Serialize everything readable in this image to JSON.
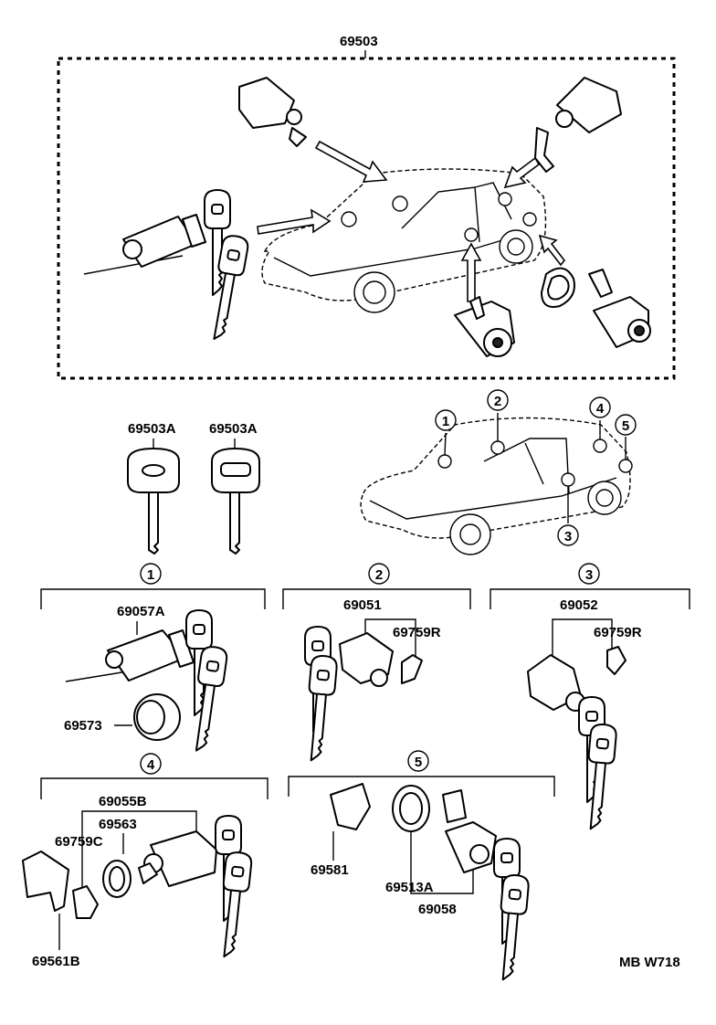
{
  "assembly": {
    "label": "69503"
  },
  "key_labels": [
    "69503A",
    "69503A"
  ],
  "callouts": [
    "1",
    "2",
    "3",
    "4",
    "5"
  ],
  "groups": {
    "g1": {
      "num": "1",
      "parts": [
        "69057A",
        "69573"
      ]
    },
    "g2": {
      "num": "2",
      "parts": [
        "69051",
        "69759R"
      ]
    },
    "g3": {
      "num": "3",
      "parts": [
        "69052",
        "69759R"
      ]
    },
    "g4": {
      "num": "4",
      "parts": [
        "69055B",
        "69563",
        "69759C",
        "69561B"
      ]
    },
    "g5": {
      "num": "5",
      "parts": [
        "69581",
        "69513A",
        "69058"
      ]
    }
  },
  "footer": {
    "code": "MB W718"
  }
}
